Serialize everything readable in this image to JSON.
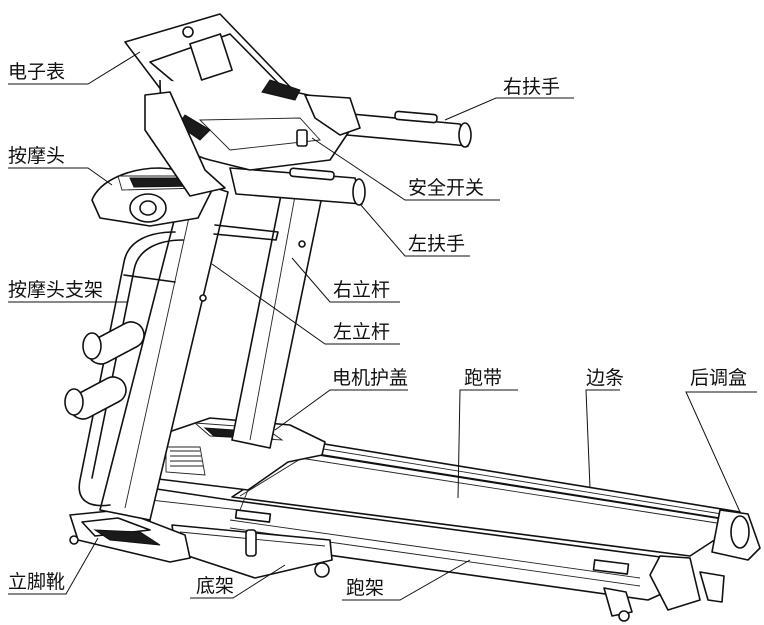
{
  "diagram": {
    "labels": {
      "console": "电子表",
      "right_handrail": "右扶手",
      "massage_head": "按摩头",
      "safety_switch": "安全开关",
      "left_handrail": "左扶手",
      "massage_head_bracket": "按摩头支架",
      "right_upright": "右立杆",
      "left_upright": "左立杆",
      "motor_cover": "电机护盖",
      "running_belt": "跑带",
      "side_rail": "边条",
      "rear_adjust_box": "后调盒",
      "foot_boot": "立脚靴",
      "base_frame": "底架",
      "running_frame": "跑架"
    }
  }
}
